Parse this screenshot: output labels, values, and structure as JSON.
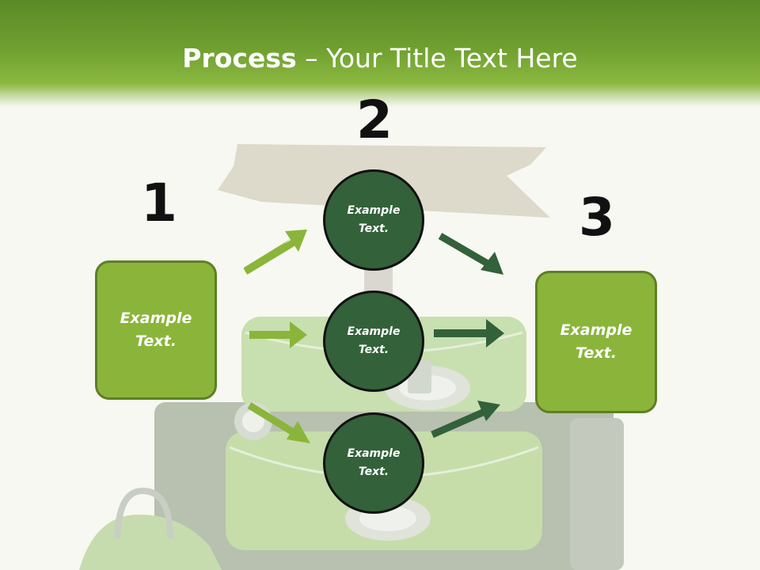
{
  "title": {
    "bold": "Process",
    "rest": " – Your Title Text Here"
  },
  "colors": {
    "header": "#6f9f30",
    "box": "#8ab53a",
    "circle": "#336139",
    "arrow_light": "#8ab53a",
    "arrow_dark": "#336139"
  },
  "steps": {
    "one": "1",
    "two": "2",
    "three": "3"
  },
  "left_box": {
    "line1": "Example",
    "line2": "Text."
  },
  "right_box": {
    "line1": "Example",
    "line2": "Text."
  },
  "circles": [
    {
      "line1": "Example",
      "line2": "Text."
    },
    {
      "line1": "Example",
      "line2": "Text."
    },
    {
      "line1": "Example",
      "line2": "Text."
    }
  ]
}
